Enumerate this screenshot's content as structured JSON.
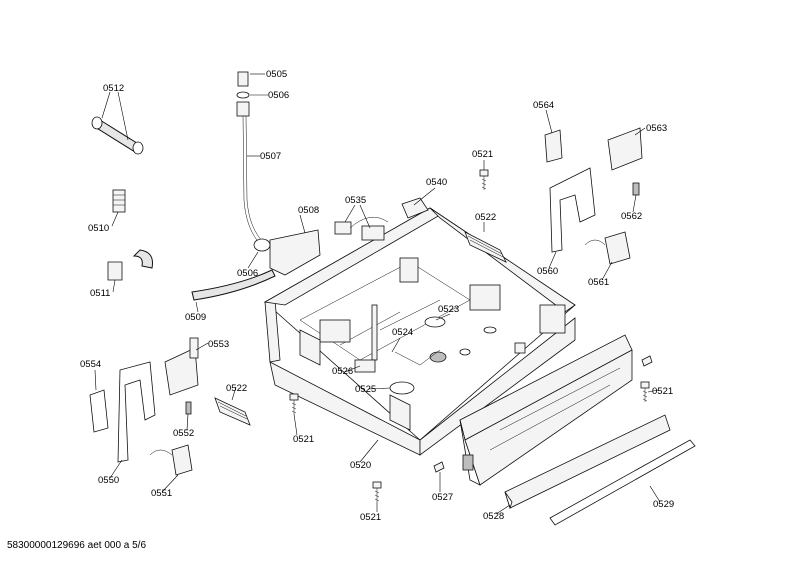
{
  "footer": "58300000129696 aet 000 a 5/6",
  "labels": {
    "p0505": "0505",
    "p0506a": "0506",
    "p0506b": "0506",
    "p0507": "0507",
    "p0508": "0508",
    "p0509": "0509",
    "p0510": "0510",
    "p0511": "0511",
    "p0512": "0512",
    "p0520": "0520",
    "p0521a": "0521",
    "p0521b": "0521",
    "p0521c": "0521",
    "p0521d": "0521",
    "p0522a": "0522",
    "p0522b": "0522",
    "p0523": "0523",
    "p0524": "0524",
    "p0525": "0525",
    "p0526": "0526",
    "p0527": "0527",
    "p0528": "0528",
    "p0529": "0529",
    "p0535": "0535",
    "p0540": "0540",
    "p0550": "0550",
    "p0551": "0551",
    "p0552": "0552",
    "p0553": "0553",
    "p0554": "0554",
    "p0560": "0560",
    "p0561": "0561",
    "p0562": "0562",
    "p0563": "0563",
    "p0564": "0564"
  }
}
